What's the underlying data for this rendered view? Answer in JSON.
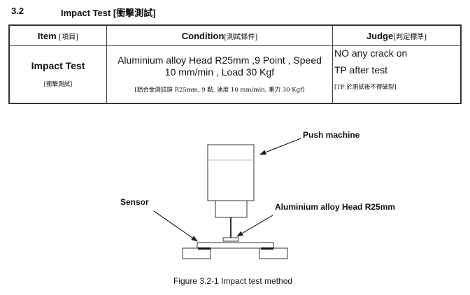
{
  "section": {
    "number": "3.2",
    "title": "Impact Test [衝擊測試]"
  },
  "table": {
    "headers": [
      {
        "en": "Item ",
        "cn": "[項目]"
      },
      {
        "en": "Condition",
        "cn": "[測試條件]"
      },
      {
        "en": "Judge",
        "cn": "[判定標準]"
      }
    ],
    "row": {
      "item": "Impact Test",
      "item_cn": "[衝擊測試]",
      "condition": "Aluminium alloy Head R25mm ,9 Point , Speed 10 mm/min , Load 30 Kgf",
      "condition_cn": "[鋁合金測試頭  R25mm, 9 點, 速度 10 mm/min, 重力 30 Kgf]",
      "judge_line1": "NO any crack on",
      "judge_line2": "TP after test",
      "judge_cn": "[TP 於測試後不得破裂]"
    }
  },
  "figure": {
    "labels": {
      "push_machine": "Push machine",
      "sensor": "Sensor",
      "head": "Aluminium alloy Head R25mm"
    },
    "caption": "Figure 3.2-1 Impact test method"
  }
}
